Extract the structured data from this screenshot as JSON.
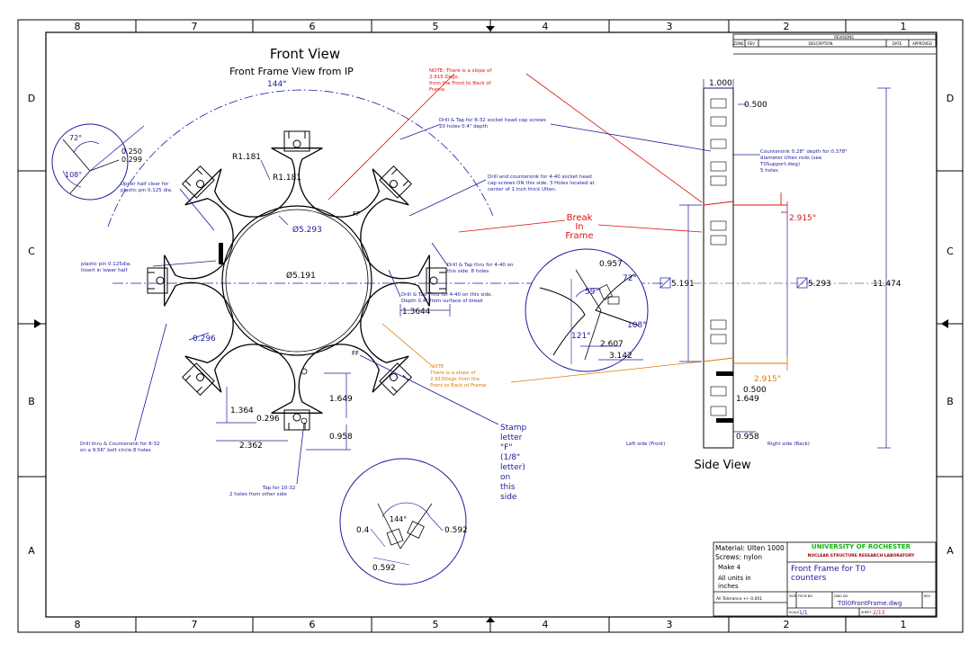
{
  "border": {
    "col_labels": [
      "8",
      "7",
      "6",
      "5",
      "4",
      "3",
      "2",
      "1"
    ],
    "row_labels": [
      "D",
      "C",
      "B",
      "A"
    ]
  },
  "titles": {
    "front_view": "Front View",
    "front_sub": "Front Frame View from IP",
    "side_view": "Side View"
  },
  "revision_block": {
    "title": "REVISIONS",
    "headers": [
      "ZONE",
      "REV",
      "DESCRIPTION",
      "DATE",
      "APPROVED"
    ]
  },
  "front_dims": {
    "arc_angle": "144°",
    "r1": "R1.181",
    "r2": "R1.181",
    "d_outer": "Ø5.293",
    "d_inner": "Ø5.191",
    "ff_top": "FF",
    "ff_bottom": "FF",
    "w1": "1.3644",
    "d_hole": "0.296",
    "d_1364": "1.364",
    "d_0296": "0.296",
    "d_2362": "2.362",
    "d_1649": "1.649",
    "d_0958": "0.958"
  },
  "detail_top": {
    "a72": "72°",
    "a108": "108°",
    "d0250": "0.250",
    "d0299": "0.299"
  },
  "detail_right": {
    "d0957": "0.957",
    "a59": "59°",
    "a72": "72°",
    "a108": "108°",
    "a121": "121°",
    "d2607": "2.607",
    "d3142": "3.142"
  },
  "detail_bottom": {
    "a144": "144°",
    "d04": "0.4",
    "d0592a": "0.592",
    "d0592b": "0.592"
  },
  "notes": {
    "note_red": [
      "NOTE: There is a slope of",
      "2.915 Degs.",
      "from the Front to Back of",
      "Frame"
    ],
    "note_orange": [
      "NOTE",
      "There is a slope of",
      "2.915Degs from the",
      "Front to Back of Frame"
    ],
    "drill_tap_832": [
      "Drill & Tap for 8-32 socket head cap screws",
      "20 holes 0.4\" depth"
    ],
    "drill_cs_440": [
      "Drill and countersink for 4-40 socket head",
      "cap screws ON this side. 3 Holes located at",
      "center of 1 inch thick Ulten."
    ],
    "upper_half": [
      "Upper half clear for",
      "plastic pin 0.125 dia."
    ],
    "plastic_pin": [
      "plastic pin 0.125dia.",
      "Insert in lower half"
    ],
    "drill_tap_440": [
      "Drill & Tap thru for 4-40 on",
      "this side. 8 holes"
    ],
    "drill_tap_440b": [
      "Drill & Tap Thru for 4-40 on this side.",
      "Depth 0.4\" from surface of break"
    ],
    "drill_cs_832": [
      "Drill thru & Countersink for 8-32",
      "on a 9.56\" bolt circle.8 holes"
    ],
    "tap_1032": [
      "Tap for 10-32",
      "2 holes from other side"
    ],
    "stamp": [
      "Stamp",
      "letter",
      "\"F\"",
      "(1/8\"",
      "letter)",
      "on",
      "this",
      "side"
    ],
    "countersink": [
      "Countersink 0.28\" depth for 0.378\"",
      "diameter Ulten rods (see",
      "T0Support.dwg)",
      "5 holes"
    ],
    "break_in_frame": [
      "Break",
      "In",
      "Frame"
    ],
    "left_side": "Left side (Front)",
    "right_side": "Right side (Back)"
  },
  "side_dims": {
    "w1000": "1.000",
    "d0500": "0.500",
    "a2915a": "2.915°",
    "d5191": "5.191",
    "d5293": "5.293",
    "h11474": "11.474",
    "a2915b": "2.915°",
    "d0500b": "0.500",
    "d1649": "1.649",
    "d0958": "0.958"
  },
  "title_block": {
    "material": "Material: Ulten 1000",
    "screws": "Screws: nylon",
    "make": "Make 4",
    "units": [
      "All units in",
      "inches"
    ],
    "tolerance": "All Tolerance +/- 0.001",
    "university": "UNIVERSITY OF ROCHESTER",
    "group": "NUCLEAR STRUCTURE RESEARCH LABORATORY",
    "drawing_title": [
      "Front Frame for T0",
      "counters"
    ],
    "size_label": "SIZE",
    "fscm_label": "FSCM NO.",
    "dwg_label": "DWG NO.",
    "rev_label": "REV",
    "dwg_no": "T0l0FrontFrame.dwg",
    "scale_label": "SCALE",
    "scale_val": "1/1",
    "sheet_label": "SHEET",
    "sheet_val": "2/13"
  },
  "colors": {
    "line": "#000000",
    "blue": "#1b1b9e",
    "red": "#e01010",
    "orange": "#e07a00",
    "green": "#10b010",
    "darkred": "#a00000"
  }
}
